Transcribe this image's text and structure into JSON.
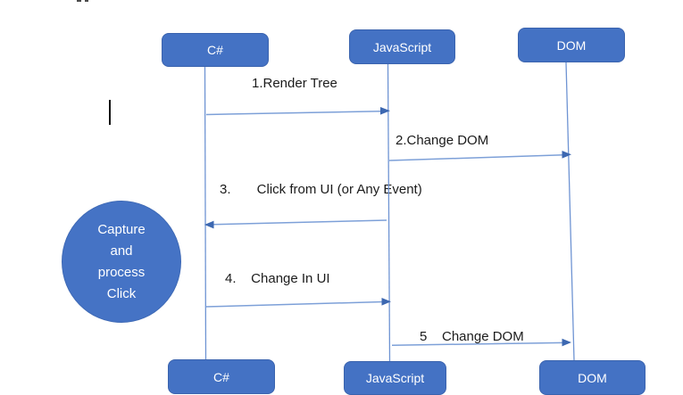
{
  "colors": {
    "node_fill": "#4472C4",
    "node_border": "#3A63AE",
    "node_text": "#ffffff",
    "connector_line": "#7da0d8",
    "lifeline": "#6f94d3",
    "arrowhead": "#3d68b1",
    "label_text": "#1b1b1b",
    "background": "#ffffff"
  },
  "diagram": {
    "top_nodes": [
      {
        "label": "C#"
      },
      {
        "label": "JavaScript"
      },
      {
        "label": "DOM"
      }
    ],
    "bottom_nodes": [
      {
        "label": "C#"
      },
      {
        "label": "JavaScript"
      },
      {
        "label": "DOM"
      }
    ],
    "circle": {
      "lines": [
        "Capture",
        "and",
        "process",
        "Click"
      ]
    },
    "messages": [
      {
        "label": "1.Render Tree",
        "from": "C#",
        "to": "JavaScript"
      },
      {
        "label": "2.Change DOM",
        "from": "JavaScript",
        "to": "DOM"
      },
      {
        "label": "3.       Click from UI (or Any Event)",
        "from": "JavaScript",
        "to": "C#"
      },
      {
        "label": "4.    Change In UI",
        "from": "C#",
        "to": "JavaScript"
      },
      {
        "label": "5    Change DOM",
        "from": "JavaScript",
        "to": "DOM"
      }
    ]
  }
}
